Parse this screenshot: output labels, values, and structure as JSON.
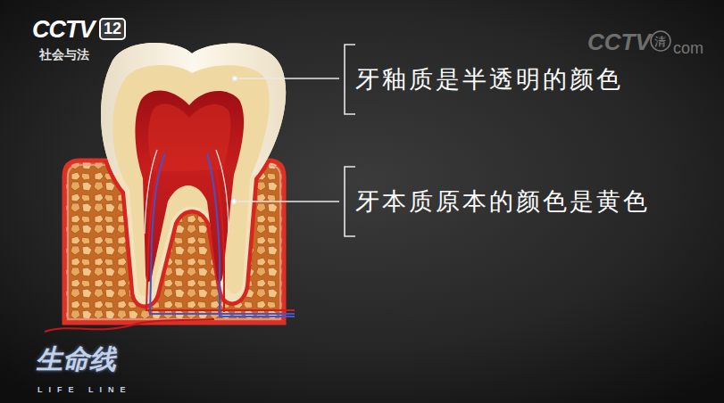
{
  "diagram": {
    "labels": [
      "CCTV",
      "12",
      "社会与法",
      "CCTV",
      "清",
      "com",
      "牙釉质是半透明的颜色",
      "牙本质原本的颜色是黄色",
      "生命线",
      "LIFE LINE"
    ]
  }
}
